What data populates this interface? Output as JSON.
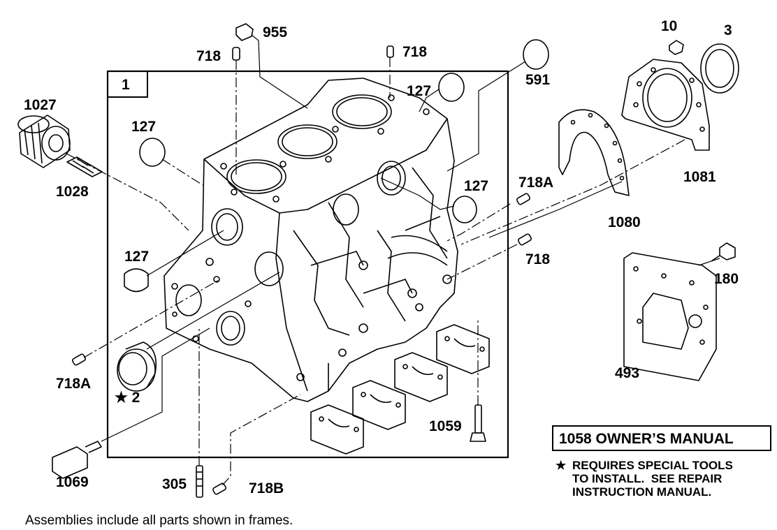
{
  "frame_number": "1",
  "callouts": {
    "c955": "955",
    "c718_top_left": "718",
    "c718_top_right": "718",
    "c591": "591",
    "c10": "10",
    "c3": "3",
    "c1027": "1027",
    "c127_top": "127",
    "c127_left": "127",
    "c127_right": "127",
    "c127_mid": "127",
    "c1028": "1028",
    "c718A_right": "718A",
    "c1081": "1081",
    "c1080": "1080",
    "c718_right": "718",
    "c180": "180",
    "c718A_left": "718A",
    "c2": "2",
    "c493": "493",
    "c1059": "1059",
    "c1069": "1069",
    "c305": "305",
    "c718B": "718B"
  },
  "star_symbol": "★",
  "manual_label": "1058 OWNER’S MANUAL",
  "special_tools_note": "REQUIRES SPECIAL TOOLS\nTO INSTALL.  SEE REPAIR\nINSTRUCTION MANUAL.",
  "footer_text": "Assemblies include all parts shown in frames."
}
